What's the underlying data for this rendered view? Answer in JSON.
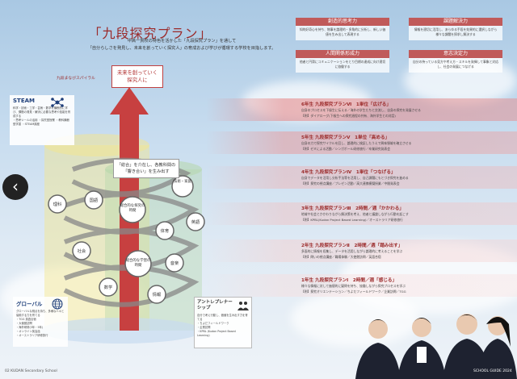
{
  "title": "「九段探究プラン」",
  "lead": [
    "中高一貫校の特色を活かした「九段探究プラン」を通して",
    "「自分らしさを発見し、未来を創っていく探究人」の育成および学びが循環する学校を目指します。"
  ],
  "skills": [
    {
      "heading": "創造的思考力",
      "body": "知的好奇心を持ち、物事を論理的・多角的に分析し、新しい価値を生み出して表現する"
    },
    {
      "heading": "課題解決力",
      "body": "情報を適切に活用し、あらゆる手段を効果的に選択しながら様々な課題を探求し解決する"
    },
    {
      "heading": "人間関係形成力",
      "body": "他者と円滑にコミュニケーションをとり目標の達成に向け適切に協働する"
    },
    {
      "heading": "意志決定力",
      "body": "自分の持っている見方や考え方・スキルを発揮して事象と対応し、社会の発展につなげる"
    }
  ],
  "spiral_label": "九段まなびスパイラル",
  "future_box": [
    "未来を創っていく",
    "探究人に"
  ],
  "center_box": [
    "「総合」を介在し、各教科間の",
    "「響き合い」を生み出す"
  ],
  "bubbles": [
    "理科",
    "国語",
    "総合的な探究の時間",
    "技術・家庭",
    "英語",
    "体育",
    "社会",
    "総合的な学習の時間",
    "音楽",
    "数学",
    "情報"
  ],
  "stages": [
    {
      "title": "6年生 九段探究プランⅥ　1単位「広げる」",
      "desc": "自身のプロセスを下級生に伝える／海外の学生たちと交流し、自身の探究を発展させる",
      "example": "【例】ダイアローグ(下級生への探究過程の共有、海外学生との対話)"
    },
    {
      "title": "5年生 九段探究プランⅤ　1単位「高める」",
      "desc": "自身の力で探究サイクルを回し、論理的に検証したうえで興味領域を確立させる",
      "example": "【例】ゼミによる活動／シンガポール研修旅行／卒業研究発表会"
    },
    {
      "title": "4年生 九段探究プランⅣ　1単位「つなげる」",
      "desc": "自身でデータを活用し分析手法等を活用し、自己課題にもとづき探究を進める",
      "example": "【例】探究の視点講座／プレゼン活動／高大連携模擬授業／中間発表会"
    },
    {
      "title": "3年生 九段探究プランⅢ　2時間／週「かかわる」",
      "desc": "地域や社会とかかわりながら解決策を考え、他者と議論しながら行動を起こす",
      "example": "【例】KPBL(Kudan Project Based Learning)／オーストラリア研修旅行"
    },
    {
      "title": "2年生 九段探究プランⅡ　2時間／週「踏み出す」",
      "desc": "多面的に情報を収集し、データを活用しながら論理的に考えることを学ぶ",
      "example": "【例】問いの視点講座／職場体験／大使館訪問／英語合宿"
    },
    {
      "title": "1年生 九段探究プランⅠ　2時間／週「感じる」",
      "desc": "様々な情報に対して価値的に疑問を持ち、協働しながら探究プロセスを学ぶ",
      "example": "【例】探究オリエンテーション／ちよだフィールドワーク／企業訪問／TGG"
    }
  ],
  "steam": {
    "heading": "STEAM",
    "body": "科学・技術・工学・芸術・数学を横断的に学び、課題の発見・解決に必要な思考や技能を育成する\n・思考ツールの活用 ・探究型授業 ・教科横断型学習 ・STEAM講座"
  },
  "global": {
    "heading": "グローバル",
    "body": "グローバルな視点を持ち、多様な人々と協働する力を育てる\n・TGG 英語合宿\n・大使館訪問\n・海外研修(3年・5年)\n・オンライン英会話\n・オーストラリア研修旅行"
  },
  "entre": {
    "heading": "アントレプレナーシップ",
    "body": "自分で考え行動し、価値を生み出す力を育てる\n・ちよだフィールドワーク\n・企業訪問\n・KPBL (Kudan Project Based Learning)"
  },
  "nav": {
    "prev": "‹"
  },
  "footer": {
    "left": "02  KUDAN Secondary School",
    "right": "SCHOOL GUIDE 2024"
  }
}
